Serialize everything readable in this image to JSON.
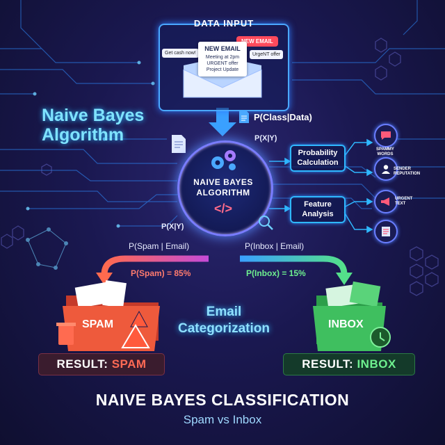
{
  "header": {
    "data_input_title": "DATA INPUT",
    "new_email_badge": "NEW EMAIL"
  },
  "inputs": {
    "tag_left": "Get cash now!",
    "tag_right": "UrgeNT offer",
    "paper_title": "NEW EMAIL",
    "paper_lines": [
      "Meeting at 2pm",
      "URGENT offer",
      "Project Update"
    ]
  },
  "left_title": {
    "line1": "Naive Bayes",
    "line2": "Algorithm"
  },
  "core": {
    "line1": "NAIVE BAYES",
    "line2": "ALGORITHM",
    "code_symbol": "</>"
  },
  "formulas": {
    "p_class_data": "P(Class|Data)",
    "p_x_y_top": "P(X|Y)",
    "p_x_y_left": "P(X|Y)",
    "p_spam_email": "P(Spam | Email)",
    "p_inbox_email": "P(Inbox | Email)"
  },
  "side_boxes": {
    "probability_line1": "Probability",
    "probability_line2": "Calculation",
    "feature_line1": "Feature",
    "feature_line2": "Analysis"
  },
  "features": [
    {
      "label_line1": "SPAMMY",
      "label_line2": "WORDS",
      "icon": "chat-bubble-icon"
    },
    {
      "label_line1": "SENDER",
      "label_line2": "REPUTATION",
      "icon": "user-icon"
    },
    {
      "label_line1": "URGENT",
      "label_line2": "TEXT",
      "icon": "megaphone-icon"
    },
    {
      "label_line1": "",
      "label_line2": "",
      "icon": "document-icon"
    }
  ],
  "probabilities": {
    "spam": "P(Spam) = 85%",
    "inbox": "P(Inbox) = 15%"
  },
  "categories": {
    "spam_folder": "SPAM",
    "inbox_folder": "INBOX",
    "center_line1": "Email",
    "center_line2": "Categorization"
  },
  "results": {
    "spam_prefix": "RESULT: ",
    "spam_value": "SPAM",
    "inbox_prefix": "RESULT: ",
    "inbox_value": "INBOX"
  },
  "footer": {
    "title": "NAIVE BAYES CLASSIFICATION",
    "subtitle": "Spam vs Inbox"
  },
  "colors": {
    "accent_cyan": "#2fb8ff",
    "spam_red": "#ff5a4a",
    "inbox_green": "#4fd16f",
    "background": "#1a1850"
  }
}
